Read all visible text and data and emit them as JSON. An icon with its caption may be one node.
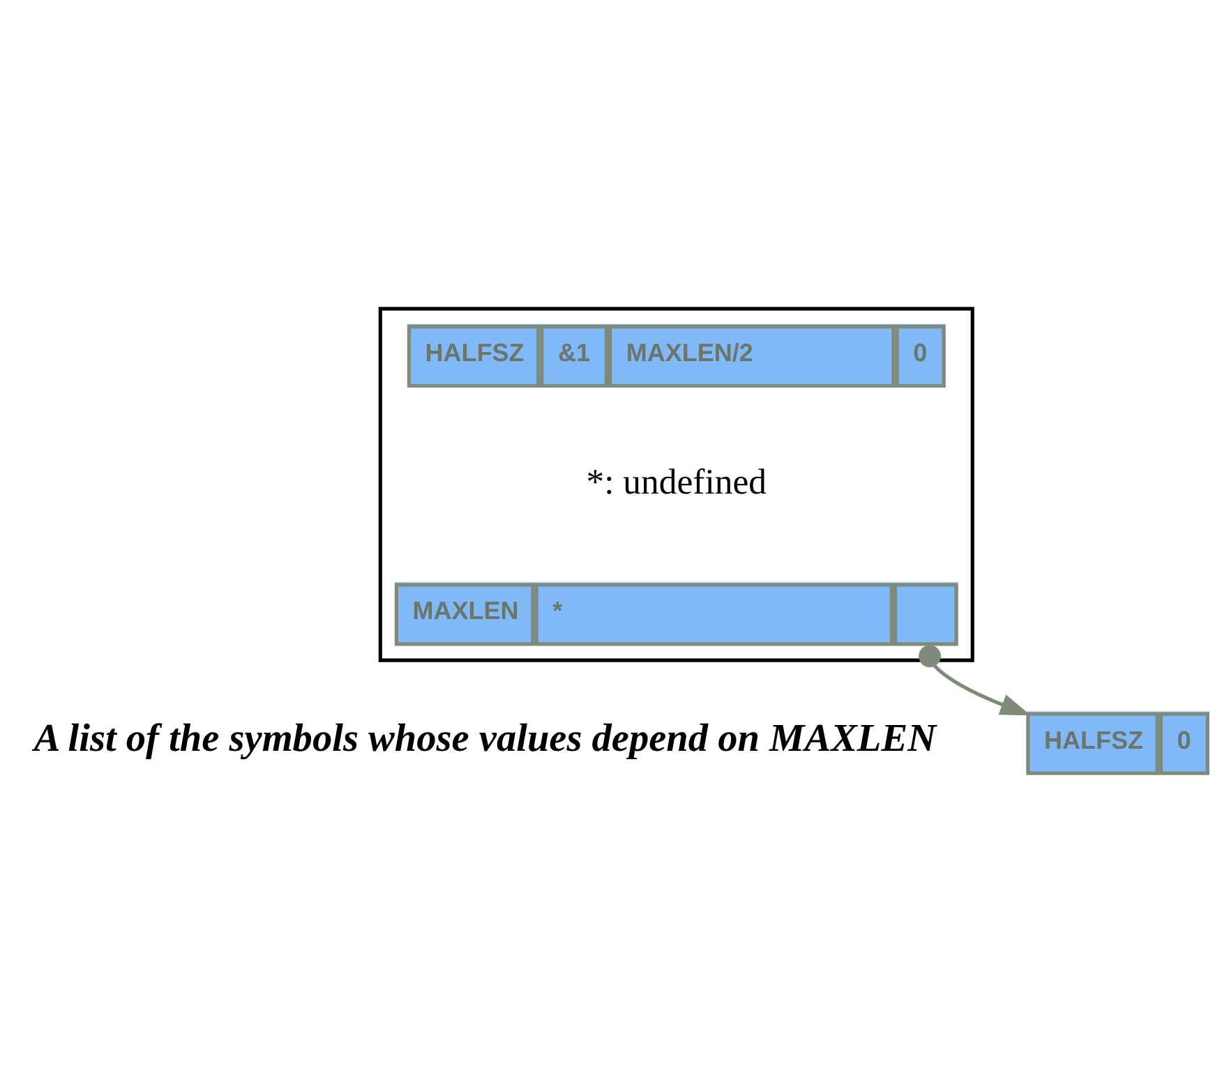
{
  "diagram": {
    "nodes": [
      {
        "text": [],
        "shape": "box"
      },
      {
        "text": [
          "HALFSZ",
          "&1",
          "MAXLEN/2",
          "0"
        ],
        "in": 0
      },
      {
        "text": [
          "MAXLEN",
          "*"
        ],
        "in": 0
      },
      {
        "text": [
          "HALFSZ",
          "0"
        ]
      }
    ],
    "edges": [
      {
        "from": 2,
        "to": 3,
        "arrow": "to"
      }
    ],
    "labels": [
      "*: undefined",
      "A list of the symbols whose values depend on MAXLEN"
    ]
  }
}
